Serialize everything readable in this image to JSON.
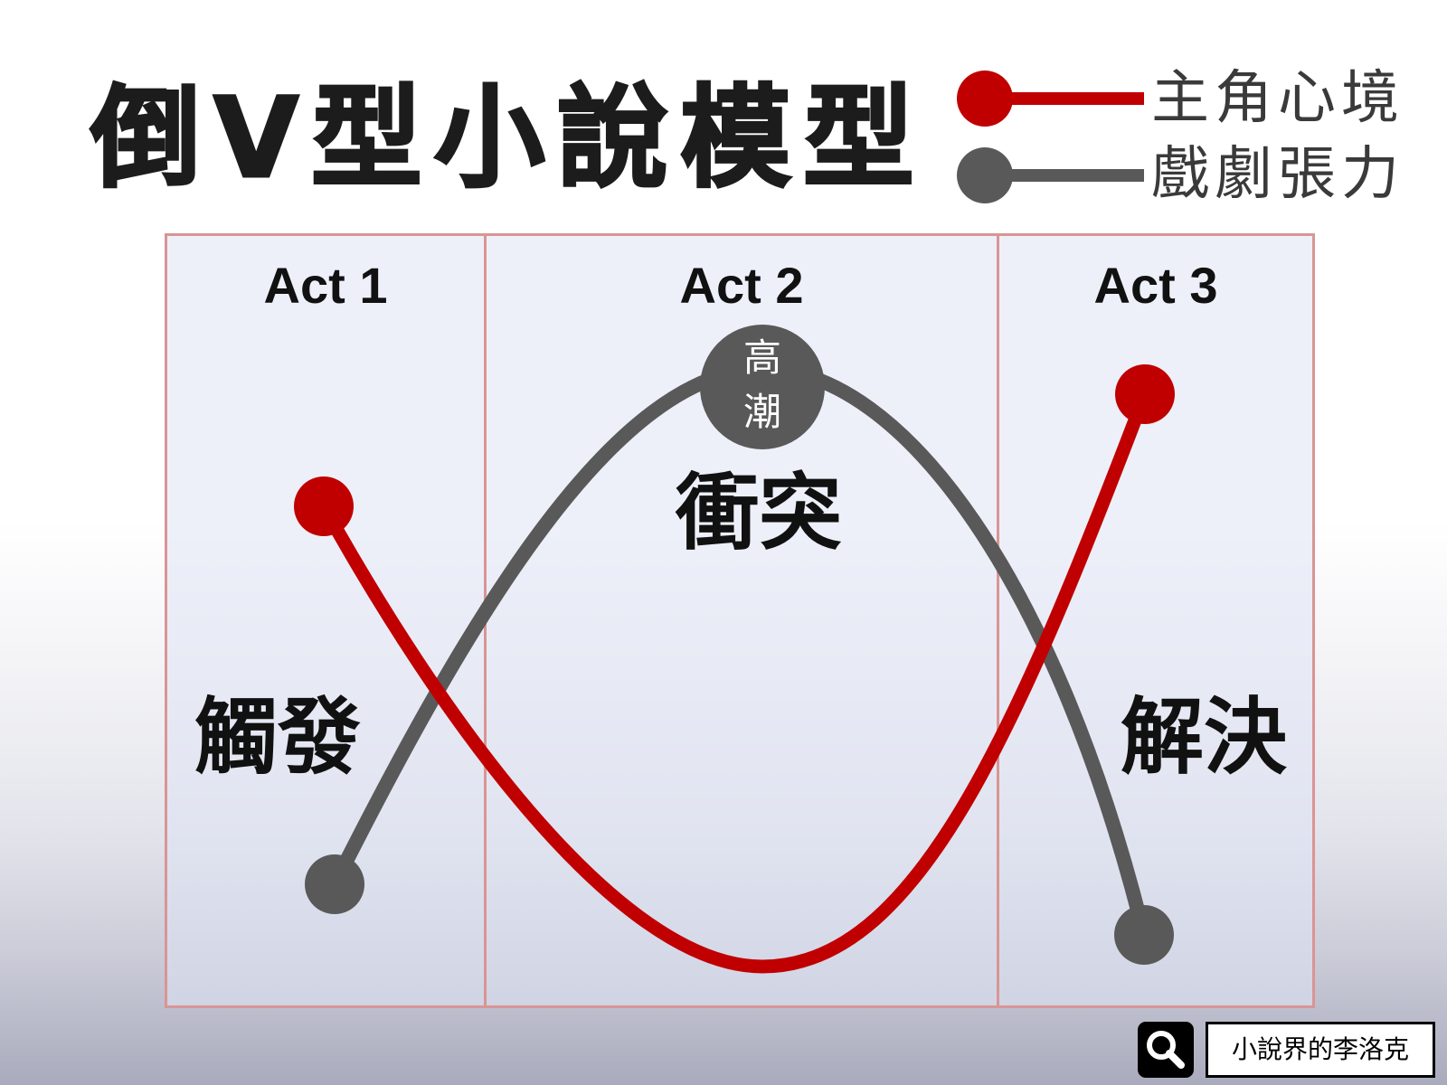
{
  "title": "倒V型小說模型",
  "legend": [
    {
      "label": "主角心境",
      "color": "#c00000"
    },
    {
      "label": "戲劇張力",
      "color": "#595959"
    }
  ],
  "acts": [
    "Act 1",
    "Act 2",
    "Act 3"
  ],
  "stages": {
    "trigger": "觸發",
    "climax": "高潮",
    "conflict": "衝突",
    "resolution": "解決"
  },
  "colors": {
    "protagonist": "#c00000",
    "tension": "#595959",
    "frame": "#d99594"
  },
  "credit": {
    "icon": "search-icon",
    "text": "小說界的李洛克"
  }
}
